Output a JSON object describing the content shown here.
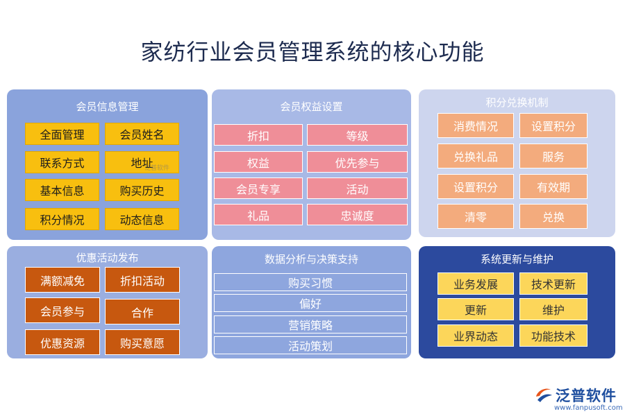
{
  "title": "家纺行业会员管理系统的核心功能",
  "panels": [
    {
      "title": "会员信息管理",
      "items": [
        "全面管理",
        "会员姓名",
        "联系方式",
        "地址",
        "基本信息",
        "购买历史",
        "积分情况",
        "动态信息"
      ]
    },
    {
      "title": "会员权益设置",
      "items": [
        "折扣",
        "等级",
        "权益",
        "优先参与",
        "会员专享",
        "活动",
        "礼品",
        "忠诚度"
      ]
    },
    {
      "title": "积分兑换机制",
      "items": [
        "消费情况",
        "设置积分",
        "兑换礼品",
        "服务",
        "设置积分",
        "有效期",
        "清零",
        "兑换"
      ]
    },
    {
      "title": "优惠活动发布",
      "items": [
        "满额减免",
        "折扣活动",
        "会员参与",
        "合作",
        "优惠资源",
        "购买意愿"
      ]
    },
    {
      "title": "数据分析与决策支持",
      "items": [
        "购买习惯",
        "偏好",
        "营销策略",
        "活动策划"
      ]
    },
    {
      "title": "系统更新与维护",
      "items": [
        "业务发展",
        "技术更新",
        "更新",
        "维护",
        "业界动态",
        "功能技术"
      ]
    }
  ],
  "watermark": "泛普软件",
  "logo": {
    "name": "泛普软件",
    "url": "www.fanpusoft.com"
  },
  "colors": {
    "title": "#1d2b4f",
    "panel1": "#8aa3dc",
    "panel2": "#a8b9e6",
    "panel3": "#cdd5ee",
    "panel4": "#9aaee0",
    "panel5": "#8ea6de",
    "panel6": "#2c4a9e",
    "yellow": "#f8bf0f",
    "pink": "#ef8e98",
    "salmon": "#f3ab7d",
    "rust": "#c7580f",
    "gold": "#fcd65a",
    "logo": "#1f4f9f"
  }
}
